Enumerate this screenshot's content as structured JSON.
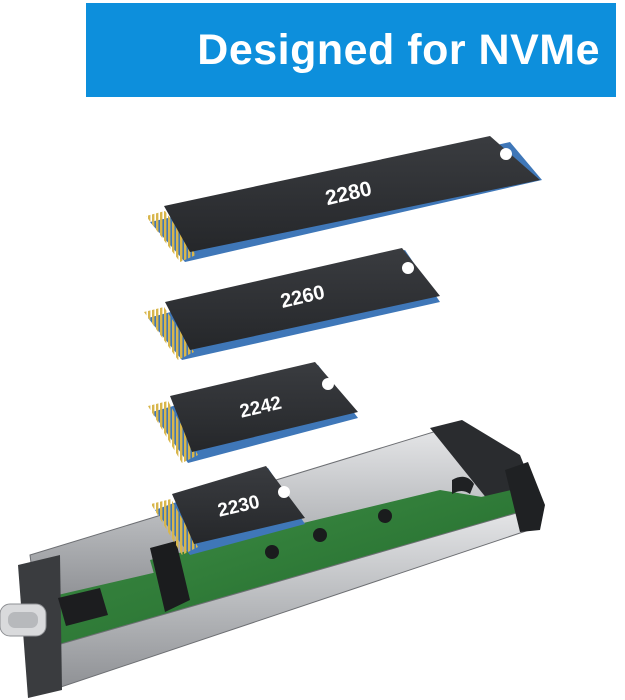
{
  "banner": {
    "title": "Designed for NVMe",
    "background": "#0d8fdc",
    "text_color": "#ffffff"
  },
  "ssds": [
    {
      "label": "2280"
    },
    {
      "label": "2260"
    },
    {
      "label": "2242"
    },
    {
      "label": "2230"
    }
  ],
  "colors": {
    "ssd_top": "#2b2d30",
    "ssd_edge": "#3f77b8",
    "contacts": "#c7a640",
    "pcb": "#2f7a37",
    "enclosure_rail": "#c9cbce",
    "enclosure_dark": "#2a2c2f"
  },
  "icons": [
    "usb-c-connector-icon",
    "chip-icon"
  ]
}
